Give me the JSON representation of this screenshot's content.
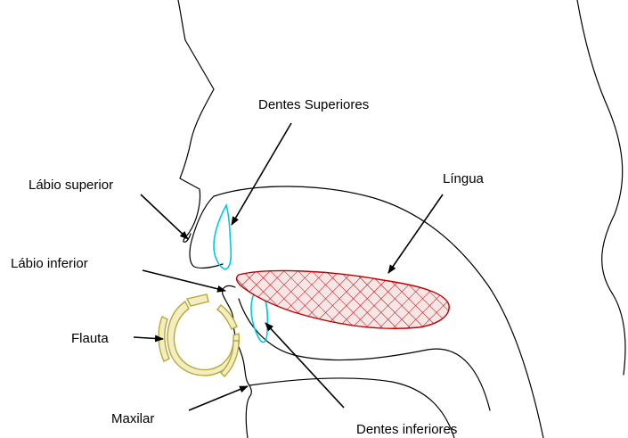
{
  "labels": {
    "dentes_superiores": "Dentes Superiores",
    "labio_superior": "Lábio superior",
    "lingua": "Língua",
    "labio_inferior": "Lábio inferior",
    "flauta": "Flauta",
    "maxilar": "Maxilar",
    "dentes_inferiores": "Dentes inferiores"
  },
  "colors": {
    "outline": "#000000",
    "teeth": "#00c8e6",
    "tongue": "#c00000",
    "tongue_fill": "#f4dede",
    "flute": "#c8b850",
    "flute_fill": "#f3eec2",
    "background": "#ffffff"
  }
}
